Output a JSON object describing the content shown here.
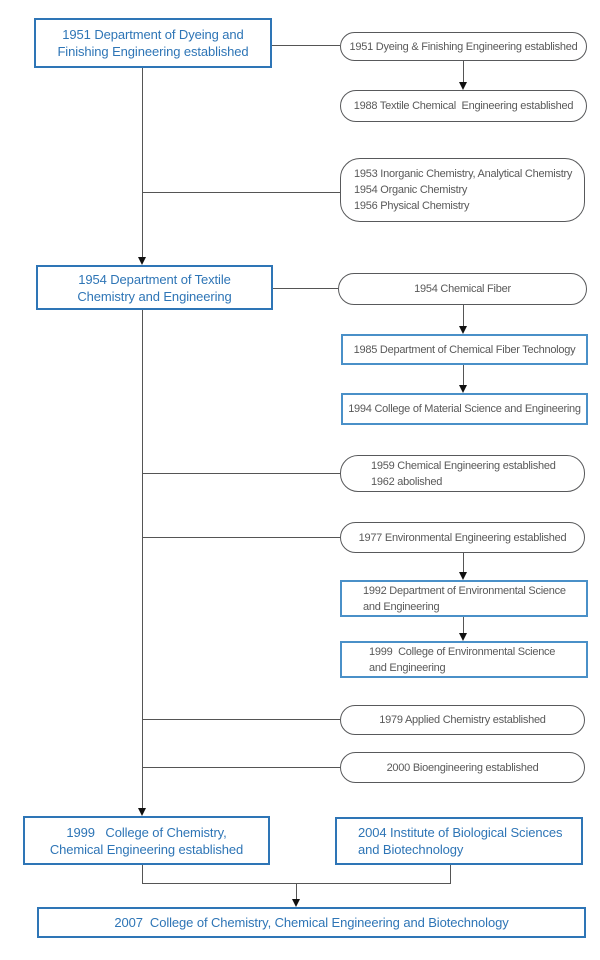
{
  "colors": {
    "primary_blue": "#2e75b6",
    "sub_box_border_blue": "#4a90c8",
    "gray_text": "#595959",
    "pill_border_gray": "#58595b",
    "connector_line": "#555555",
    "arrowhead": "#111111",
    "background": "#ffffff"
  },
  "nodes": {
    "dyeing_1951": {
      "lines": [
        "1951 Department of Dyeing and",
        "Finishing Engineering established"
      ]
    },
    "pill_1951": {
      "text": "1951 Dyeing & Finishing Engineering established"
    },
    "pill_1988": {
      "text": "1988 Textile Chemical  Engineering established"
    },
    "pill_1953": {
      "lines": [
        "1953 Inorganic Chemistry, Analytical Chemistry",
        "1954 Organic Chemistry",
        "1956 Physical Chemistry"
      ]
    },
    "textile_1954": {
      "lines": [
        "1954 Department of Textile",
        "Chemistry and Engineering"
      ]
    },
    "pill_1954_fiber": {
      "text": "1954 Chemical Fiber"
    },
    "rect_1985": {
      "text": "1985 Department of Chemical Fiber Technology"
    },
    "rect_1994": {
      "text": "1994 College of Material Science and Engineering"
    },
    "pill_1959": {
      "lines": [
        "1959 Chemical Engineering established",
        "1962 abolished"
      ]
    },
    "pill_1977": {
      "text": "1977 Environmental Engineering established"
    },
    "rect_1992": {
      "lines": [
        "1992 Department of Environmental Science",
        "and Engineering"
      ]
    },
    "rect_1999_env": {
      "lines": [
        "1999  College of Environmental Science",
        "and Engineering"
      ]
    },
    "pill_1979": {
      "text": "1979 Applied Chemistry established"
    },
    "pill_2000": {
      "text": "2000 Bioengineering established"
    },
    "chem_1999": {
      "lines": [
        "1999   College of Chemistry,",
        "Chemical Engineering established"
      ]
    },
    "bio_2004": {
      "lines": [
        "2004 Institute of Biological Sciences",
        "and Biotechnology"
      ]
    },
    "college_2007": {
      "text": "2007  College of Chemistry, Chemical Engineering and Biotechnology"
    }
  }
}
